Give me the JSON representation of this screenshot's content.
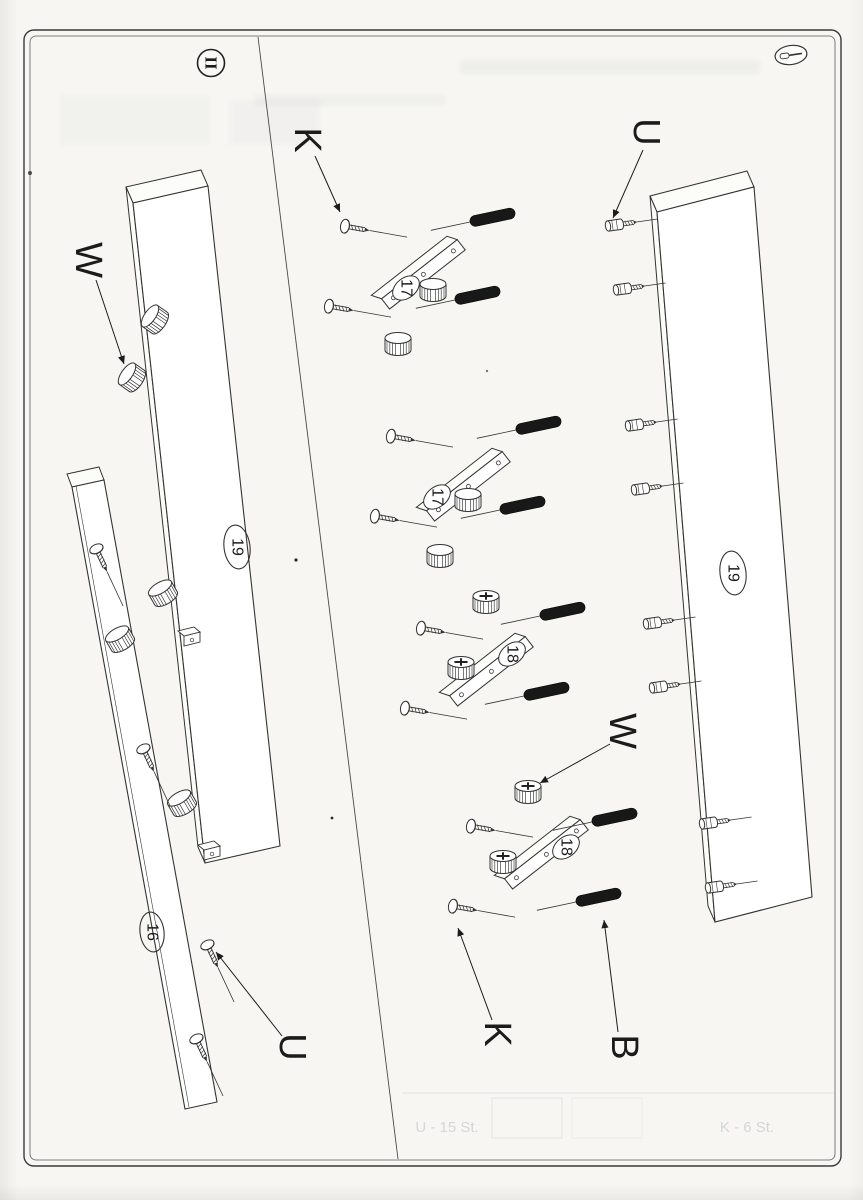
{
  "page": {
    "step_badge": "II"
  },
  "icons": {
    "corner_tool": "screwdriver-in-oval",
    "cam_lock": "knurled-cylinder",
    "screw": "pan-head-screw",
    "dowel": "black-wooden-dowel",
    "connector_bolt": "threaded-connector-bolt"
  },
  "callouts": {
    "w_left": "W",
    "u_bottom_left": "U",
    "k_top": "K",
    "u_top_right": "U",
    "w_middle": "W",
    "k_bottom": "K",
    "b_bottom": "B"
  },
  "part_badges": {
    "long_board": "16",
    "left_panel": "19",
    "right_panel": "19",
    "rail_top_first": "17",
    "rail_top_second": "17",
    "rail_bottom_first": "18",
    "rail_bottom_second": "18"
  },
  "bleed_through_text": {
    "count_u": "U - 15 St.",
    "count_k": "K - 6 St."
  }
}
